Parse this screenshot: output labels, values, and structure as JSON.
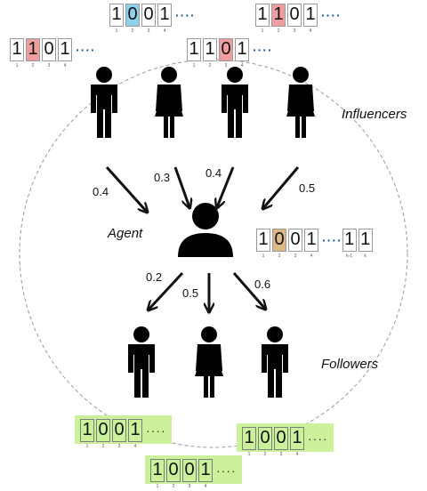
{
  "labels": {
    "influencers": "Influencers",
    "agent": "Agent",
    "followers": "Followers"
  },
  "edge_weights": {
    "in1": "0.4",
    "in2": "0.3",
    "in3": "0.4",
    "in4": "0.5",
    "out1": "0.2",
    "out2": "0.5",
    "out3": "0.6"
  },
  "strips": {
    "top_left": {
      "digits": [
        "1",
        "0",
        "0",
        "1"
      ],
      "indices": [
        "1",
        "2",
        "3",
        "4"
      ],
      "highlight": 1,
      "color": "#8fd0ec"
    },
    "top_right": {
      "digits": [
        "1",
        "1",
        "0",
        "1"
      ],
      "indices": [
        "1",
        "2",
        "3",
        "4"
      ],
      "highlight": 1,
      "color": "#ee9e9e"
    },
    "inf_left": {
      "digits": [
        "1",
        "1",
        "0",
        "1"
      ],
      "indices": [
        "1",
        "2",
        "3",
        "4"
      ],
      "highlight": 1,
      "color": "#ee9e9e"
    },
    "inf_mid": {
      "digits": [
        "1",
        "1",
        "0",
        "1"
      ],
      "indices": [
        "1",
        "2",
        "3",
        "4"
      ],
      "highlight": 2,
      "color": "#ee9e9e"
    },
    "agent": {
      "digits": [
        "1",
        "0",
        "0",
        "1"
      ],
      "indices": [
        "1",
        "2",
        "3",
        "4"
      ],
      "highlight": 1,
      "color": "#ddb887",
      "tail_digits": [
        "1",
        "1"
      ],
      "tail_indices": [
        "k-1",
        "k"
      ]
    },
    "fol_left": {
      "digits": [
        "1",
        "0",
        "0",
        "1"
      ],
      "indices": [
        "1",
        "2",
        "3",
        "4"
      ]
    },
    "fol_right": {
      "digits": [
        "1",
        "0",
        "0",
        "1"
      ],
      "indices": [
        "1",
        "2",
        "3",
        "4"
      ]
    },
    "fol_bottom": {
      "digits": [
        "1",
        "0",
        "0",
        "1"
      ],
      "indices": [
        "1",
        "2",
        "3",
        "4"
      ]
    }
  },
  "dots": "····",
  "icons": {
    "influencers": [
      "man-icon",
      "woman-icon",
      "man-icon",
      "woman-icon"
    ],
    "agent": "person-bust-icon",
    "followers": [
      "man-icon",
      "woman-icon",
      "man-icon"
    ]
  },
  "colors": {
    "highlight_blue": "#8fd0ec",
    "highlight_red": "#ee9e9e",
    "highlight_brown": "#ddb887",
    "follower_strip": "#cbf29a"
  }
}
